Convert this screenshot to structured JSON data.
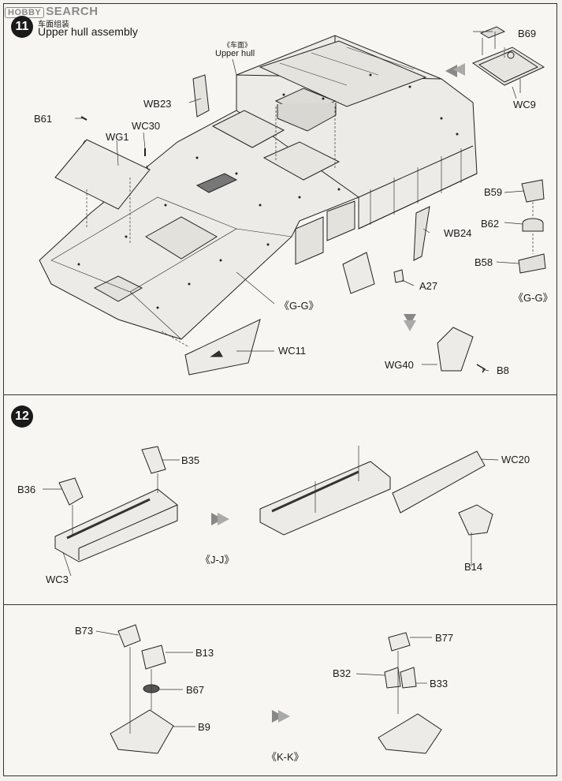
{
  "watermark": {
    "logo": "HOBBY",
    "text": "SEARCH"
  },
  "step11": {
    "number": "11",
    "title_cn": "车面组装",
    "title_en": "Upper hull assembly",
    "upper_hull_cn": "《车面》",
    "upper_hull_en": "Upper hull",
    "parts": [
      "B69",
      "WC9",
      "WB23",
      "B61",
      "WC30",
      "WG1",
      "B59",
      "B62",
      "B58",
      "WB24",
      "A27",
      "WC11",
      "WG40",
      "B8"
    ],
    "section_ref_main": "《G-G》",
    "section_ref_sub": "《G-G》"
  },
  "step12": {
    "number": "12",
    "parts": [
      "B35",
      "B36",
      "WC3",
      "WC20",
      "B14"
    ],
    "section_ref": "《J-J》"
  },
  "step13": {
    "parts": [
      "B73",
      "B13",
      "B67",
      "B9",
      "B77",
      "B32",
      "B33"
    ],
    "section_ref": "《K-K》"
  }
}
